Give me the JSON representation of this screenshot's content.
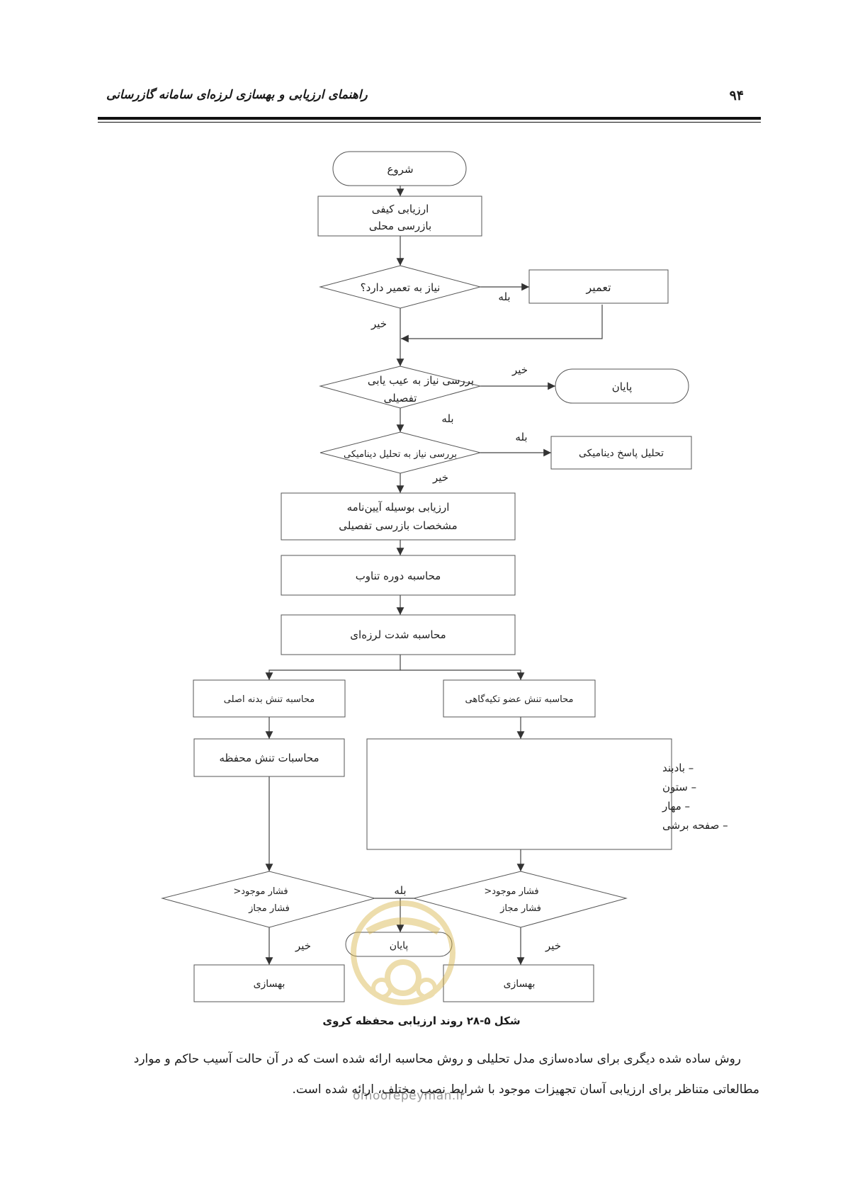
{
  "header": {
    "title": "راهنمای ارزیابی و بهسازی لرزه‌ای سامانه گازرسانی",
    "page_number": "۹۴"
  },
  "flowchart": {
    "start": "شروع",
    "qualitative_line1": "ارزیابی کیفی",
    "qualitative_line2": "بازرسی محلی",
    "needs_repair": "نیاز به تعمیر دارد؟",
    "repair": "تعمیر",
    "detailed_check_line1": "بررسی نیاز به عیب یابی",
    "detailed_check_line2": "تفصیلی",
    "end_top": "پایان",
    "dynamic_check": "بررسی نیاز به تحلیل دینامیکی",
    "dynamic_analysis": "تحلیل پاسخ دینامیکی",
    "code_eval_line1": "ارزیابی بوسیله آیین‌نامه",
    "code_eval_line2": "مشخصات بازرسی تفصیلی",
    "period_calc": "محاسبه دوره تناوب",
    "intensity_calc": "محاسبه شدت لرزه‌ای",
    "main_body_stress": "محاسبه تنش بدنه اصلی",
    "support_stress": "محاسبه تنش عضو تکیه‌گاهی",
    "shell_stress": "محاسبات تنش محفظه",
    "support_members": [
      "– بادبند",
      "– ستون",
      "– مهار",
      "– صفحه برشی"
    ],
    "pressure_check_line1": "فشار موجود<",
    "pressure_check_line2": "فشار مجاز",
    "end_bottom": "پایان",
    "retrofit_left": "بهسازی",
    "retrofit_right": "بهسازی",
    "yes": "بله",
    "no": "خیر"
  },
  "caption": "شکل ۵-۲۸ روند ارزیابی محفظه کروی",
  "body": {
    "line1": "روش ساده شده دیگری برای ساده‌سازی مدل تحلیلی و روش محاسبه ارائه شده است که در آن حالت آسیب حاکم و موارد",
    "line2": "مطالعاتی متناظر برای ارزیابی آسان تجهیزات موجود با شرایط نصب مختلف، ارائه شده است."
  },
  "watermark": {
    "site": "omoorepeyman.ir"
  },
  "colors": {
    "line": "#444444",
    "watermark": "#d9b64a"
  }
}
